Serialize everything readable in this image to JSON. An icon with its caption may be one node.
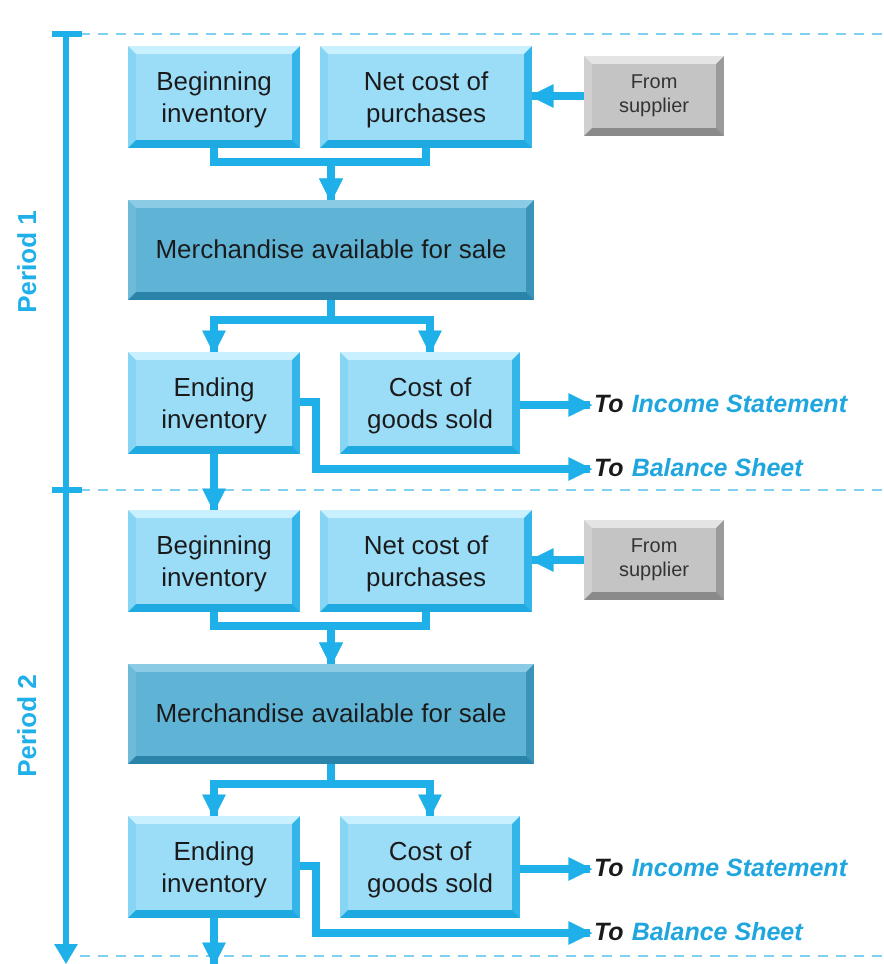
{
  "diagram": {
    "nodes": [
      {
        "text": [
          "Beginning inventory"
        ]
      },
      {
        "text": [
          "Net cost of purchases"
        ]
      },
      {
        "text": [
          "From supplier"
        ]
      },
      {
        "text": [
          "Merchandise available for sale"
        ]
      },
      {
        "text": [
          "Ending inventory"
        ]
      },
      {
        "text": [
          "Cost of goods sold"
        ]
      },
      {
        "text": [
          "To",
          "Income Statement"
        ]
      },
      {
        "text": [
          "To",
          "Balance Sheet"
        ]
      },
      {
        "text": [
          "Beginning inventory"
        ]
      },
      {
        "text": [
          "Net cost of purchases"
        ]
      },
      {
        "text": [
          "From supplier"
        ]
      },
      {
        "text": [
          "Merchandise available for sale"
        ]
      },
      {
        "text": [
          "Ending inventory"
        ]
      },
      {
        "text": [
          "Cost of goods sold"
        ]
      },
      {
        "text": [
          "To",
          "Income Statement"
        ]
      },
      {
        "text": [
          "To",
          "Balance Sheet"
        ]
      }
    ],
    "edges": [
      {
        "from": 0,
        "to": 3,
        "arrow": "to"
      },
      {
        "from": 1,
        "to": 3,
        "arrow": "to"
      },
      {
        "from": 2,
        "to": 1,
        "arrow": "to"
      },
      {
        "from": 3,
        "to": 4,
        "arrow": "to"
      },
      {
        "from": 3,
        "to": 5,
        "arrow": "to"
      },
      {
        "from": 5,
        "to": 6,
        "arrow": "to"
      },
      {
        "from": 4,
        "to": 7,
        "arrow": "to"
      },
      {
        "from": 4,
        "to": 8,
        "arrow": "to"
      },
      {
        "from": 8,
        "to": 11,
        "arrow": "to"
      },
      {
        "from": 9,
        "to": 11,
        "arrow": "to"
      },
      {
        "from": 10,
        "to": 9,
        "arrow": "to"
      },
      {
        "from": 11,
        "to": 12,
        "arrow": "to"
      },
      {
        "from": 11,
        "to": 13,
        "arrow": "to"
      },
      {
        "from": 13,
        "to": 14,
        "arrow": "to"
      },
      {
        "from": 12,
        "to": 15,
        "arrow": "to"
      },
      {
        "from": 12,
        "to": null,
        "arrow": "to"
      }
    ],
    "labels": [
      "Period 1",
      "Period 2"
    ]
  }
}
